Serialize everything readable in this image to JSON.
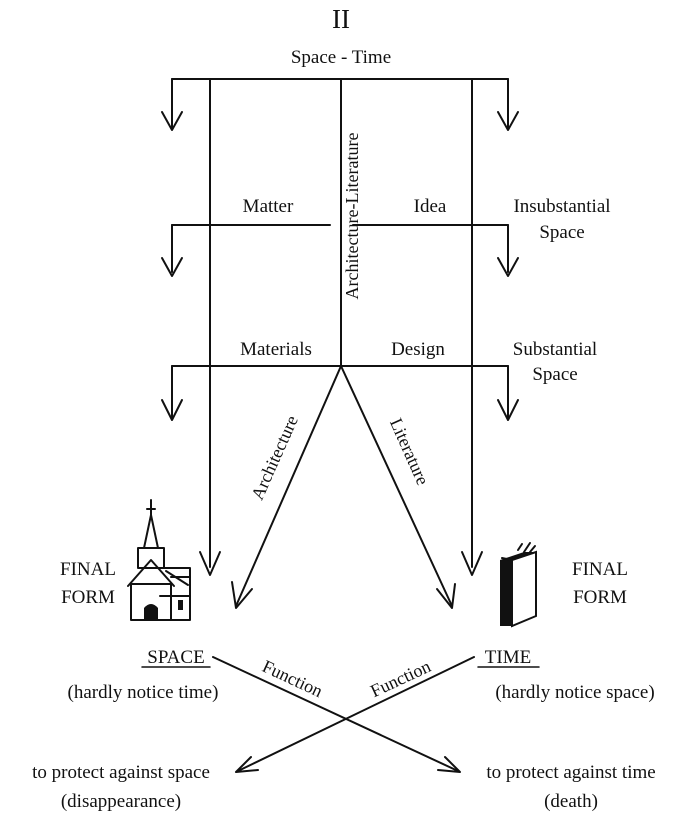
{
  "heading": "II",
  "top_label": "Space - Time",
  "vertical_label": "Architecture-Literature",
  "level1": {
    "left": "Matter",
    "right": "Idea",
    "side_line1": "Insubstantial",
    "side_line2": "Space"
  },
  "level2": {
    "left": "Materials",
    "right": "Design",
    "side_line1": "Substantial",
    "side_line2": "Space"
  },
  "branch_left": "Architecture",
  "branch_right": "Literature",
  "final_form_left": {
    "line1": "FINAL",
    "line2": "FORM",
    "icon": "church-icon"
  },
  "final_form_right": {
    "line1": "FINAL",
    "line2": "FORM",
    "icon": "book-icon"
  },
  "space": {
    "title": "SPACE",
    "note": "(hardly notice time)"
  },
  "time": {
    "title": "TIME",
    "note": "(hardly notice space)"
  },
  "function_left": "Function",
  "function_right": "Function",
  "outcome_left": {
    "line1": "to protect against space",
    "line2": "(disappearance)"
  },
  "outcome_right": {
    "line1": "to protect against time",
    "line2": "(death)"
  }
}
